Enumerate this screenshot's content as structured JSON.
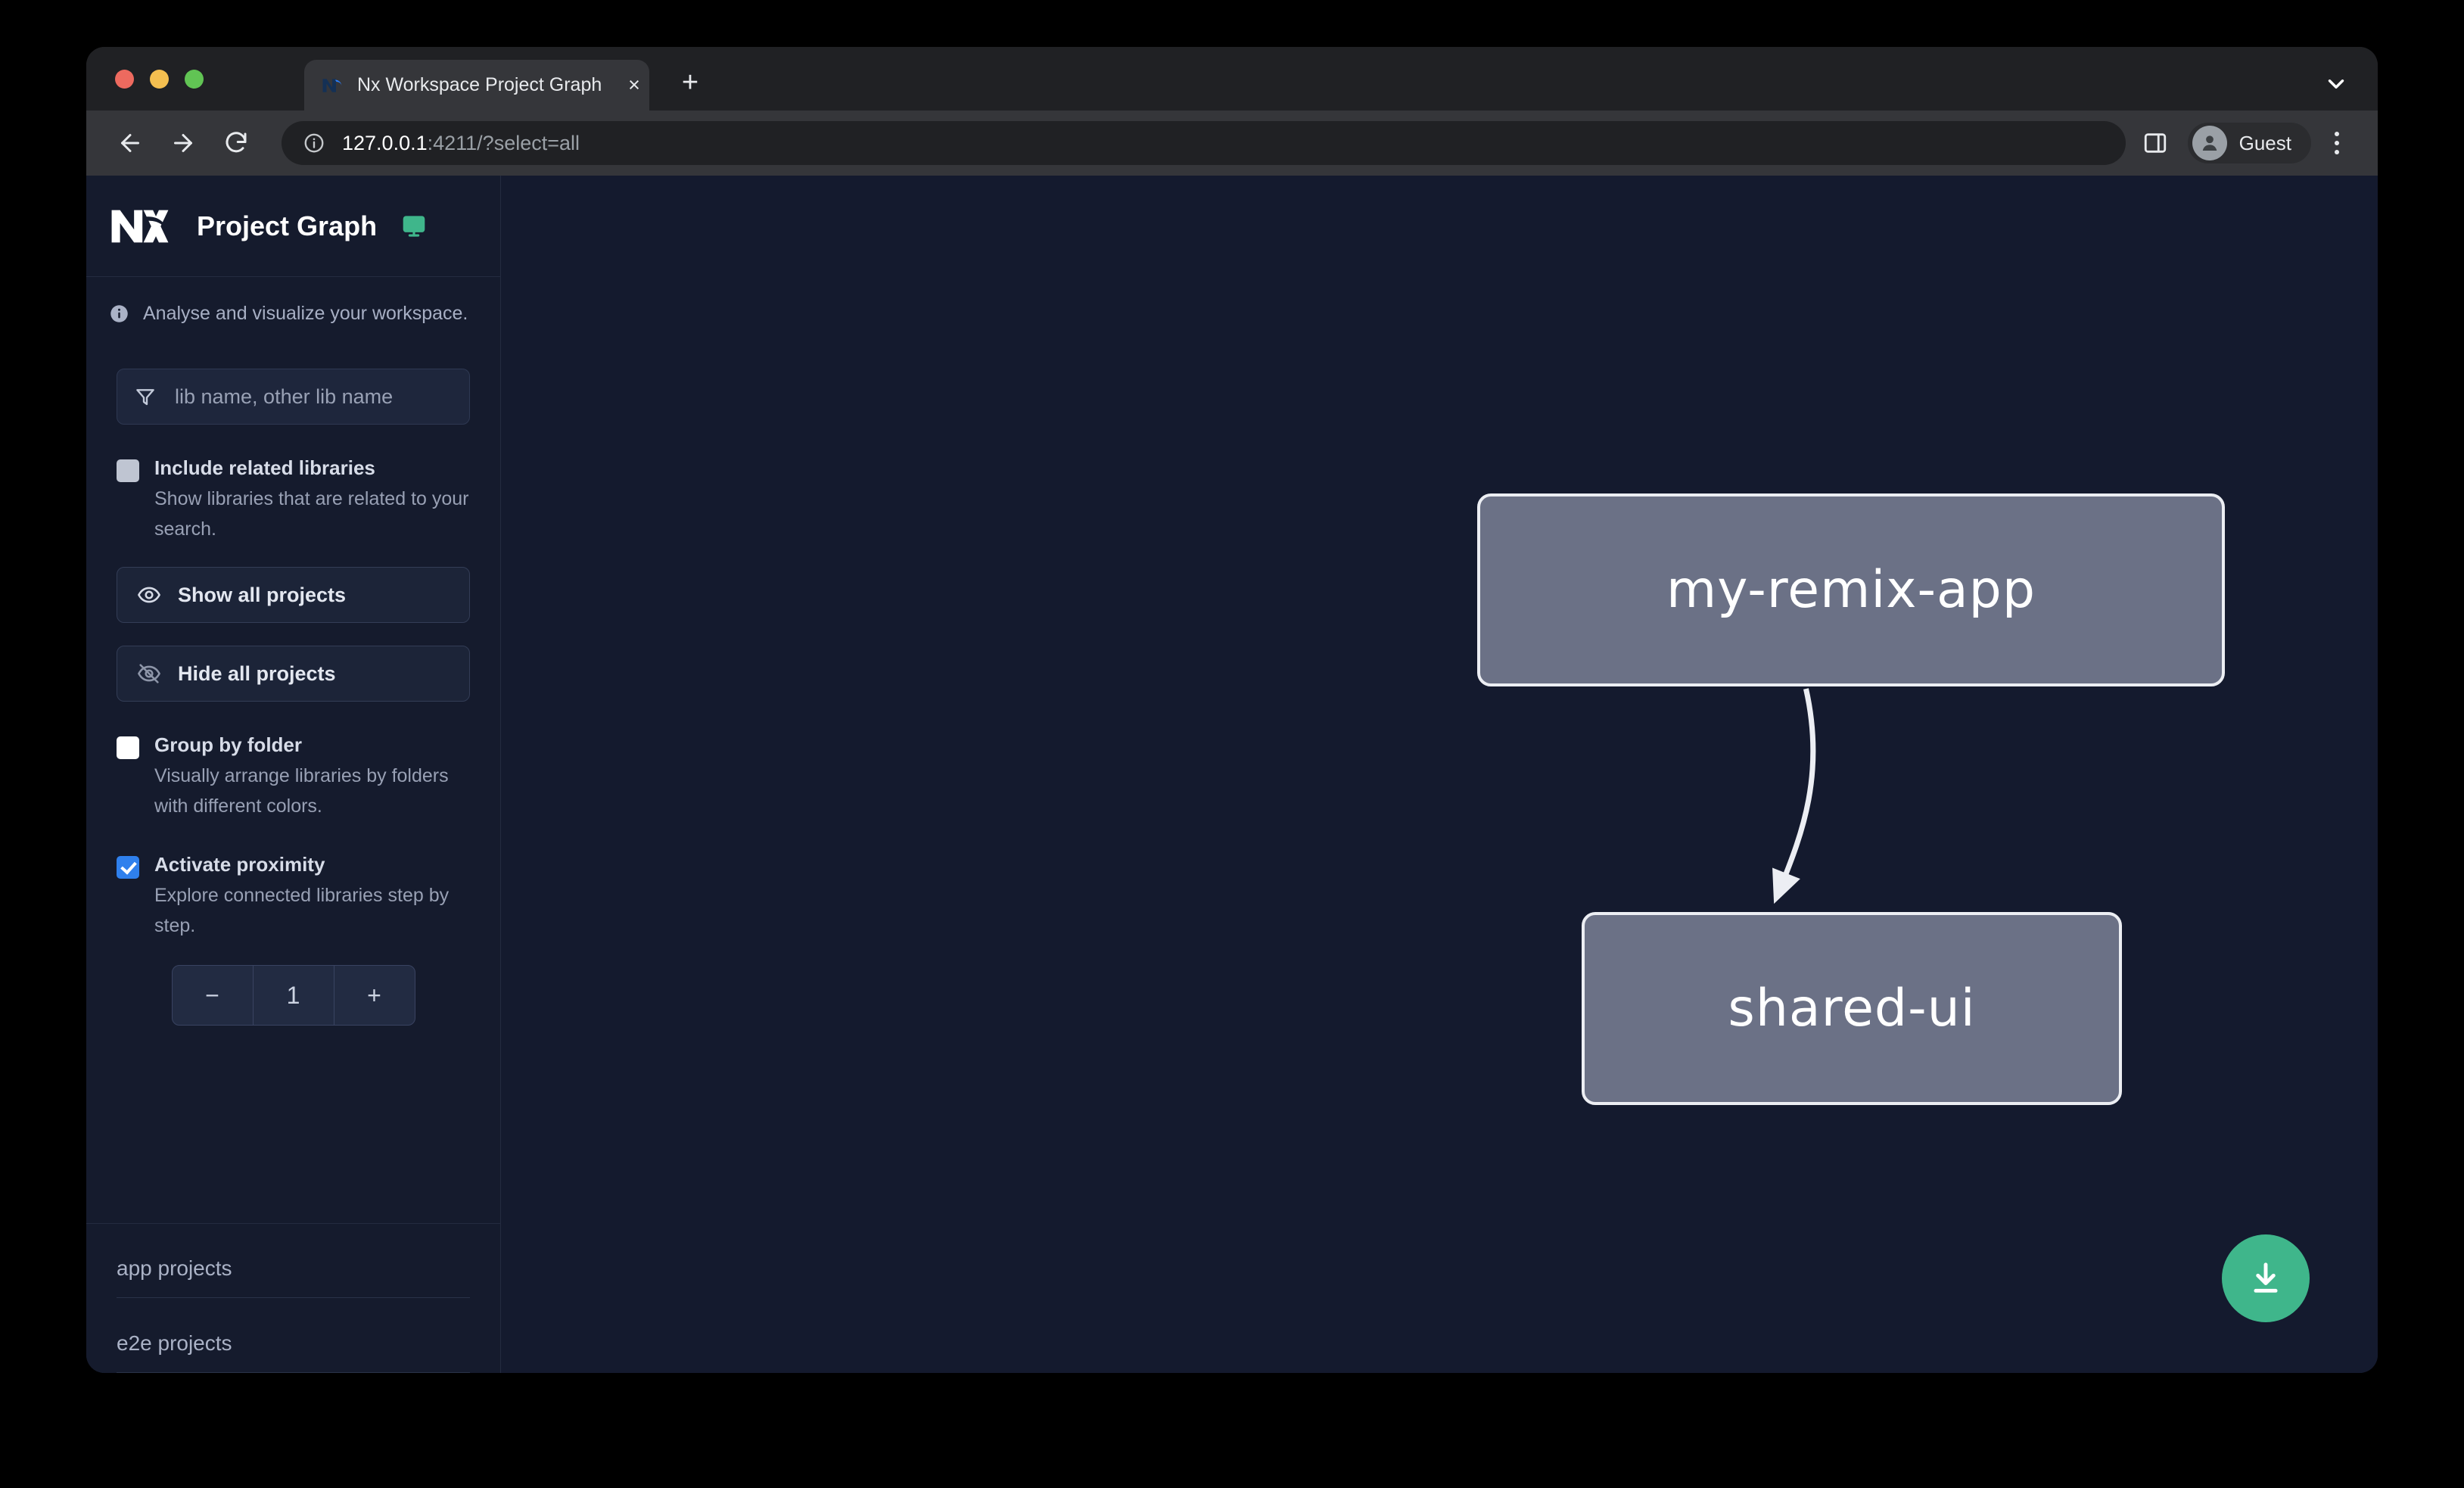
{
  "browser": {
    "tab": {
      "title": "Nx Workspace Project Graph",
      "close_label": "×",
      "favicon_name": "nx-favicon"
    },
    "new_tab_label": "+",
    "url": {
      "host": "127.0.0.1",
      "rest": ":4211/?select=all"
    },
    "profile_name": "Guest"
  },
  "sidebar": {
    "app_title": "Project Graph",
    "subtitle": "Analyse and visualize your workspace.",
    "filter": {
      "placeholder": "lib name, other lib name",
      "value": ""
    },
    "options": [
      {
        "label": "Include related libraries",
        "desc": "Show libraries that are related to your search.",
        "state": "disabled"
      },
      {
        "label": "Group by folder",
        "desc": "Visually arrange libraries by folders with different colors.",
        "state": "unchecked"
      },
      {
        "label": "Activate proximity",
        "desc": "Explore connected libraries step by step.",
        "state": "checked"
      }
    ],
    "buttons": [
      {
        "label": "Show all projects",
        "icon": "eye-icon"
      },
      {
        "label": "Hide all projects",
        "icon": "eye-off-icon"
      }
    ],
    "stepper": {
      "decrement_label": "−",
      "value": "1",
      "increment_label": "+"
    },
    "sections": [
      {
        "title": "app projects"
      },
      {
        "title": "e2e projects"
      }
    ]
  },
  "graph": {
    "nodes": [
      {
        "id": "my-remix-app",
        "label": "my-remix-app"
      },
      {
        "id": "shared-ui",
        "label": "shared-ui"
      }
    ],
    "edges": [
      {
        "from": "my-remix-app",
        "to": "shared-ui"
      }
    ],
    "download_icon": "download-icon"
  },
  "colors": {
    "accent_green": "#3fb68b",
    "checkbox_blue": "#2f80ed",
    "node_fill": "#6b7186",
    "graph_bg": "#141a2e",
    "sidebar_bg": "#151b2d"
  }
}
